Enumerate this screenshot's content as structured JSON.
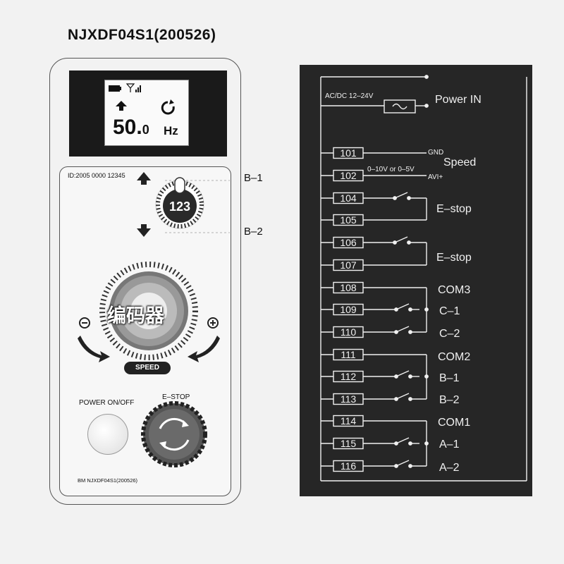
{
  "title": "NJXDF04S1(200526)",
  "display": {
    "value_main": "50.",
    "value_decimal": "0",
    "unit": "Hz"
  },
  "device": {
    "id_text": "ID:2005 0000 12345",
    "b1_label": "B–1",
    "b2_label": "B–2",
    "rotary_switch_text": "123",
    "encoder_text": "编码器",
    "speed_label": "SPEED",
    "power_label": "POWER ON/OFF",
    "estop_label": "E–STOP",
    "footer_model": "BM NJXDF04S1(200526)"
  },
  "wiring": {
    "power_supply_label": "AC/DC 12–24V",
    "power_in_label": "Power IN",
    "terminals": [
      "101",
      "102",
      "104",
      "105",
      "106",
      "107",
      "108",
      "109",
      "110",
      "111",
      "112",
      "113",
      "114",
      "115",
      "116"
    ],
    "gnd_label": "GND",
    "speed_label": "Speed",
    "voltage_range_label": "0–10V or 0–5V",
    "avi_label": "AVI+",
    "estop_1_label": "E–stop",
    "estop_2_label": "E–stop",
    "com3_label": "COM3",
    "c1_label": "C–1",
    "c2_label": "C–2",
    "com2_label": "COM2",
    "b1_label": "B–1",
    "b2_label": "B–2",
    "com1_label": "COM1",
    "a1_label": "A–1",
    "a2_label": "A–2"
  },
  "colors": {
    "panel_bg": "#262626",
    "line": "#f0f0f0",
    "lcd_frame": "#1a1a1a"
  }
}
